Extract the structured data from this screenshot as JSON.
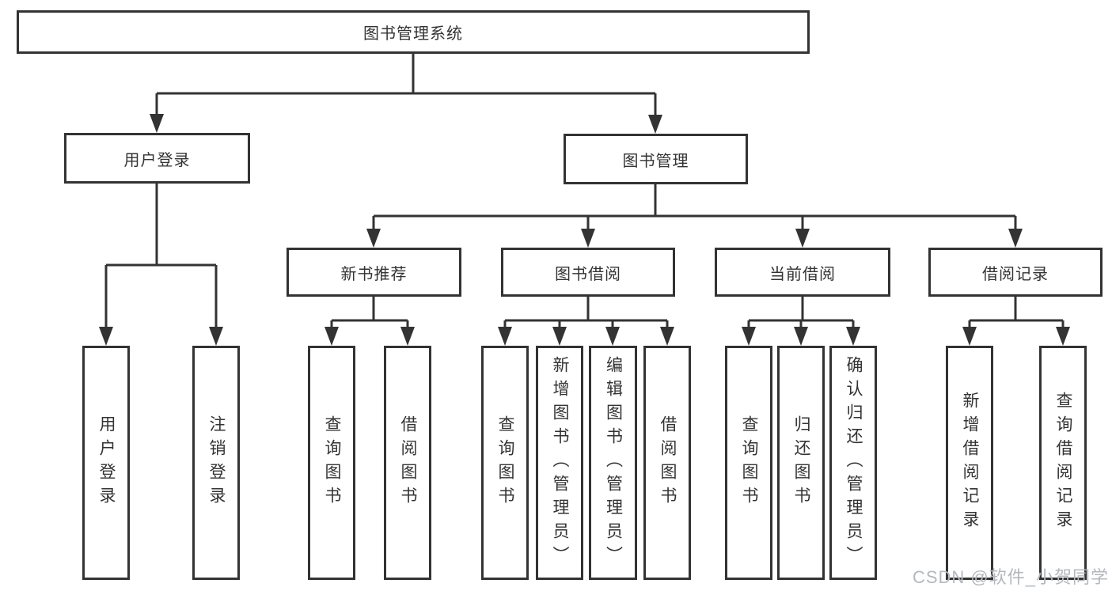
{
  "colors": {
    "line": "#333333",
    "box_border": "#333333",
    "text": "#333333",
    "watermark": "#b4b8bd",
    "background": "#ffffff"
  },
  "tree": {
    "root": {
      "label": "图书管理系统",
      "children": [
        {
          "label": "用户登录",
          "children": [
            {
              "label": "用户登录"
            },
            {
              "label": "注销登录"
            }
          ]
        },
        {
          "label": "图书管理",
          "children": [
            {
              "label": "新书推荐",
              "children": [
                {
                  "label": "查询图书"
                },
                {
                  "label": "借阅图书"
                }
              ]
            },
            {
              "label": "图书借阅",
              "children": [
                {
                  "label": "查询图书"
                },
                {
                  "label": "新增图书（管理员）"
                },
                {
                  "label": "编辑图书（管理员）"
                },
                {
                  "label": "借阅图书"
                }
              ]
            },
            {
              "label": "当前借阅",
              "children": [
                {
                  "label": "查询图书"
                },
                {
                  "label": "归还图书"
                },
                {
                  "label": "确认归还（管理员）"
                }
              ]
            },
            {
              "label": "借阅记录",
              "children": [
                {
                  "label": "新增借阅记录"
                },
                {
                  "label": "查询借阅记录"
                }
              ]
            }
          ]
        }
      ]
    }
  },
  "watermark": {
    "text": "CSDN @软件_小贺同学"
  }
}
